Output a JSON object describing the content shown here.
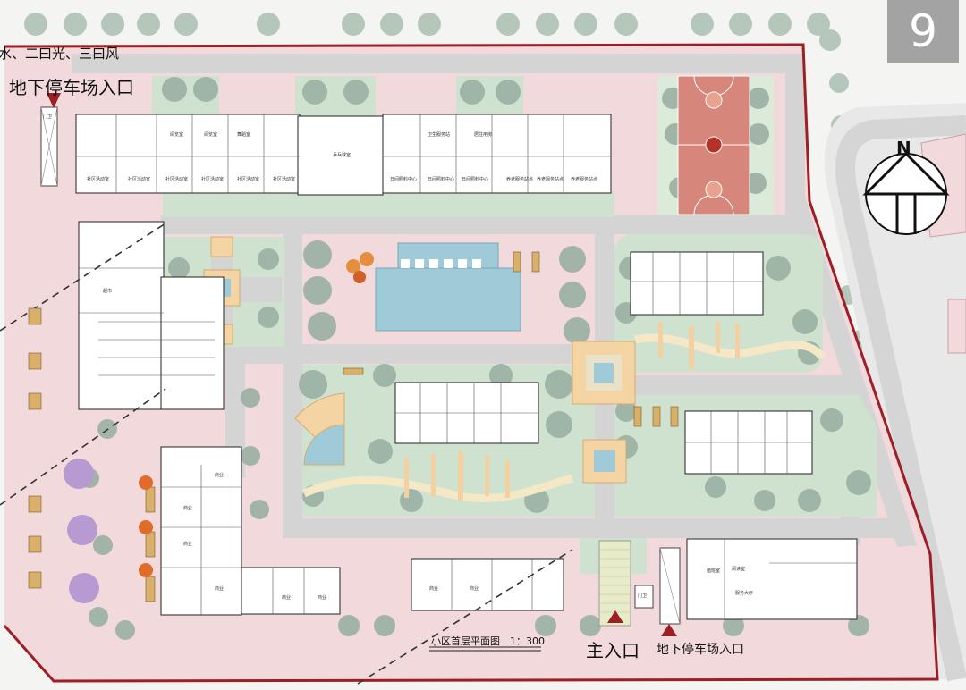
{
  "page_number": "9",
  "principle_text": "水、二曰光、三曰风",
  "entrances": {
    "parking_top_label": "地下停车场入口",
    "main_label": "主入口",
    "parking_bottom_label": "地下停车场入口"
  },
  "plan_title": "小区首层平面图　1：300",
  "compass_label": "N",
  "colors": {
    "plaza": "#f2d9db",
    "lawn": "#cfe2d0",
    "road": "#d4d4d4",
    "boundary": "#9e1e25",
    "water": "#9fcbd9",
    "court": "#d6867a",
    "tree": "#9db3a5",
    "flower": "#b79ad1",
    "building": "#ffffff"
  },
  "rooms": {
    "top_row_1": [
      "社区活动室",
      "社区活动室",
      "社区活动室",
      "社区活动室",
      "社区活动室",
      "社区活动室"
    ],
    "top_row_2": [
      "阅览室",
      "阅览室",
      "舞蹈室"
    ],
    "top_row_3": [
      "卫生服务站",
      "居住用房",
      "日间照料中心",
      "日间照料中心",
      "日间照料中心",
      "养老服务站点",
      "养老服务站点",
      "养老服务站点"
    ],
    "hall": "乒乓球室",
    "market": "超市",
    "shops": [
      "商业",
      "商业",
      "商业",
      "商业",
      "商业",
      "商业",
      "商业",
      "商业"
    ],
    "guard": "门卫",
    "service_hall": "服务大厅",
    "office": "值班室",
    "reading": "阅读室",
    "small_tag": "门卫"
  }
}
